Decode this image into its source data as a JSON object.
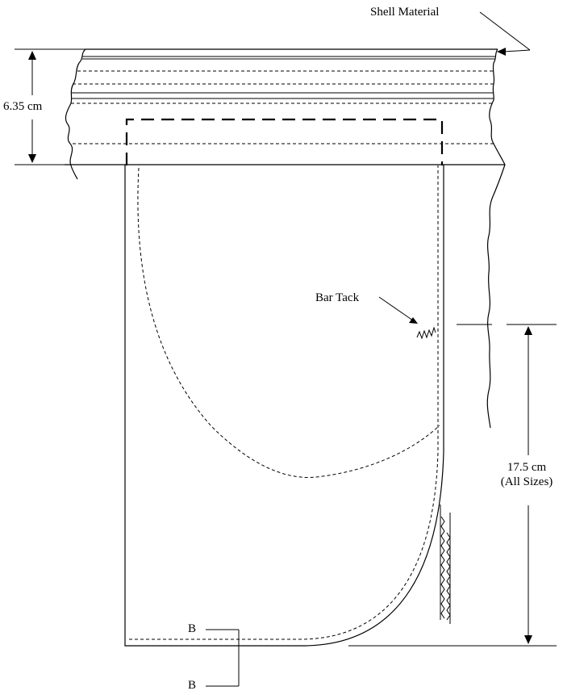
{
  "labels": {
    "shell_material": "Shell Material",
    "waistband_height": "6.35 cm",
    "bar_tack": "Bar Tack",
    "pocket_depth_value": "17.5 cm",
    "pocket_depth_note": "(All Sizes)",
    "section_top": "B",
    "section_bottom": "B"
  }
}
